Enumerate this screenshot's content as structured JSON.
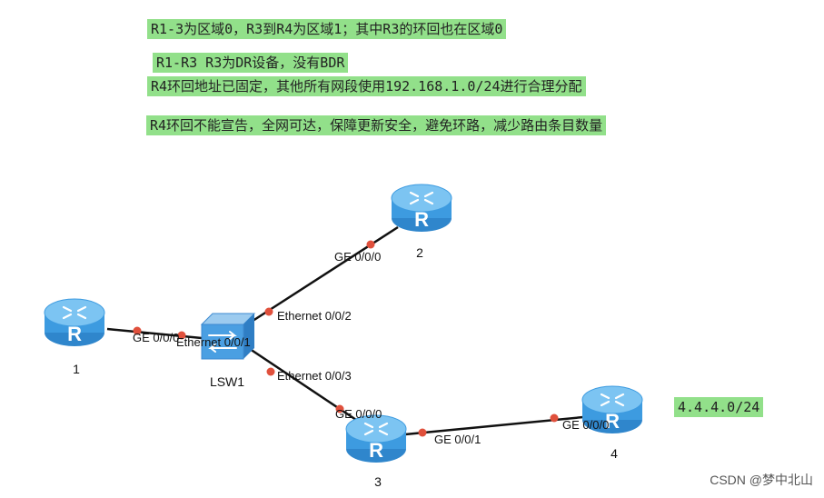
{
  "notes": [
    "R1-3为区域0，R3到R4为区域1；其中R3的环回也在区域0",
    "R1-R3 R3为DR设备，没有BDR",
    "R4环回地址已固定，其他所有网段使用192.168.1.0/24进行合理分配",
    "R4环回不能宣告，全网可达，保障更新安全，避免环路，减少路由条目数量"
  ],
  "loopback_label": "4.4.4.0/24",
  "devices": {
    "r1": "1",
    "r2": "2",
    "r3": "3",
    "r4": "4",
    "lsw1": "LSW1",
    "router_glyph": "R"
  },
  "ports": {
    "r1_ge": "GE 0/0/0",
    "lsw_e1": "Ethernet 0/0/1",
    "lsw_e2": "Ethernet 0/0/2",
    "lsw_e3": "Ethernet 0/0/3",
    "r2_ge": "GE 0/0/0",
    "r3_ge0": "GE 0/0/0",
    "r3_ge1": "GE 0/0/1",
    "r4_ge": "GE 0/0/0"
  },
  "colors": {
    "note_bg": "#92e08a",
    "router_body": "#3d9be0",
    "router_top": "#7cc4f2",
    "link": "#111111",
    "port_dot": "#e0503c"
  },
  "watermark": "CSDN @梦中北山"
}
